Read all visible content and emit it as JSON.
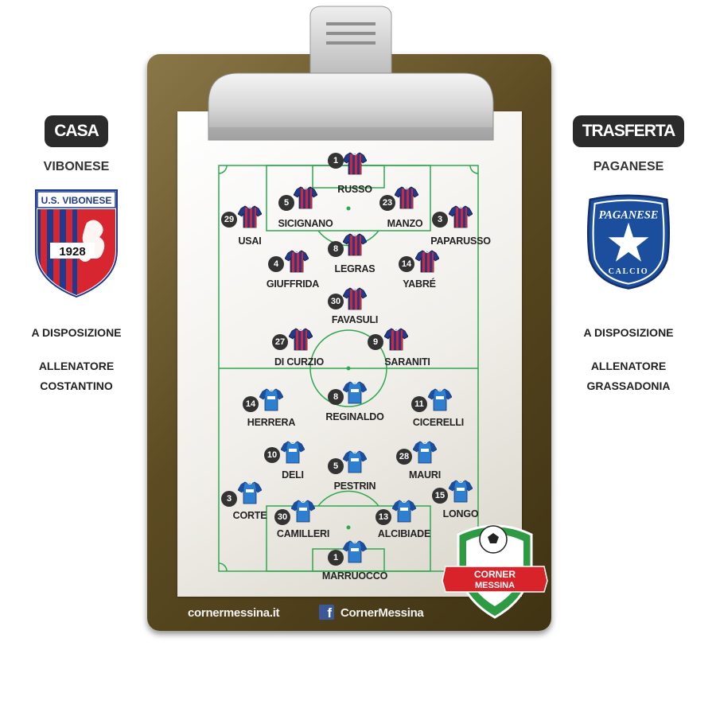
{
  "home": {
    "badge": "CASA",
    "team": "VIBONESE",
    "crest_text": "U.S. VIBONESE",
    "crest_year": "1928",
    "subs_label": "A DISPOSIZIONE",
    "coach_label": "ALLENATORE",
    "coach": "COSTANTINO",
    "colors": {
      "red": "#d7262f",
      "blue": "#1f3a8f"
    }
  },
  "away": {
    "badge": "TRASFERTA",
    "team": "PAGANESE",
    "crest_text": "PAGANESE",
    "crest_sub": "CALCIO",
    "subs_label": "A DISPOSIZIONE",
    "coach_label": "ALLENATORE",
    "coach": "GRASSADONIA",
    "colors": {
      "blue": "#1b4f9e",
      "navy": "#16306b"
    }
  },
  "footer": {
    "site": "cornermessina.it",
    "facebook": "CornerMessina"
  },
  "logo": {
    "line1": "CORNER",
    "line2": "MESSINA"
  },
  "home_players": [
    {
      "num": "1",
      "name": "RUSSO"
    },
    {
      "num": "5",
      "name": "SICIGNANO"
    },
    {
      "num": "23",
      "name": "MANZO"
    },
    {
      "num": "29",
      "name": "USAI"
    },
    {
      "num": "3",
      "name": "PAPARUSSO"
    },
    {
      "num": "8",
      "name": "LEGRAS"
    },
    {
      "num": "4",
      "name": "GIUFFRIDA"
    },
    {
      "num": "14",
      "name": "YABRÉ"
    },
    {
      "num": "30",
      "name": "FAVASULI"
    },
    {
      "num": "27",
      "name": "DI CURZIO"
    },
    {
      "num": "9",
      "name": "SARANITI"
    }
  ],
  "away_players": [
    {
      "num": "14",
      "name": "HERRERA"
    },
    {
      "num": "8",
      "name": "REGINALDO"
    },
    {
      "num": "11",
      "name": "CICERELLI"
    },
    {
      "num": "10",
      "name": "DELI"
    },
    {
      "num": "5",
      "name": "PESTRIN"
    },
    {
      "num": "28",
      "name": "MAURI"
    },
    {
      "num": "3",
      "name": "CORTE"
    },
    {
      "num": "15",
      "name": "LONGO"
    },
    {
      "num": "30",
      "name": "CAMILLERI"
    },
    {
      "num": "13",
      "name": "ALCIBIADE"
    },
    {
      "num": "1",
      "name": "MARRUOCCO"
    }
  ]
}
